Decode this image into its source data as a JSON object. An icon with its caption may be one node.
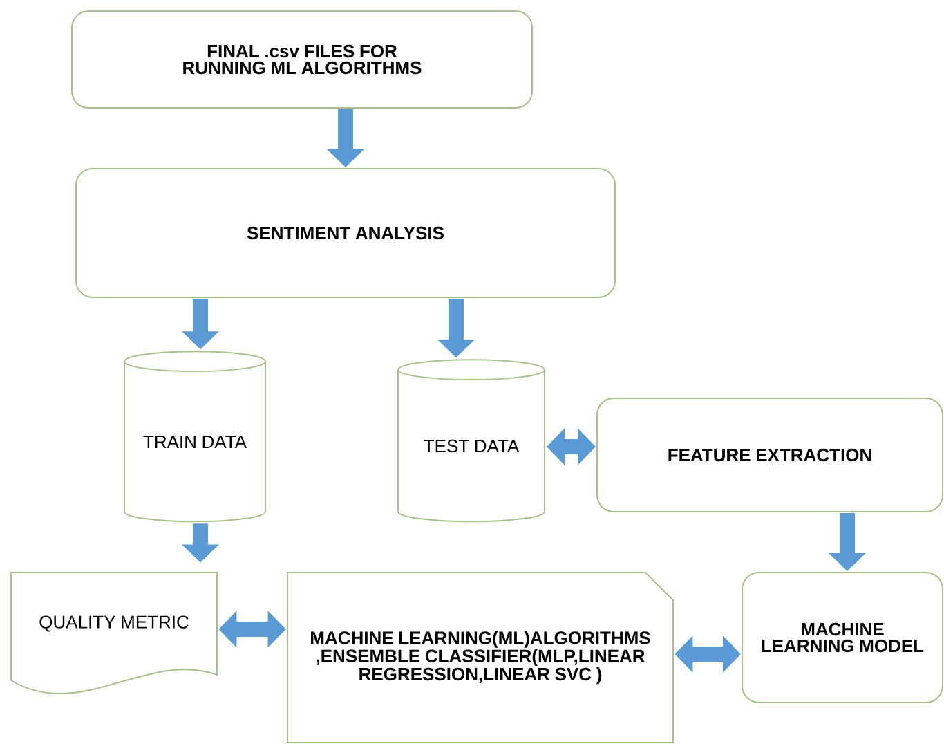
{
  "diagram": {
    "nodes": [
      {
        "text": [
          "FINAL .csv FILES FOR RUNNING ML ALGORITHMS"
        ]
      },
      {
        "text": [
          "SENTIMENT ANALYSIS"
        ]
      },
      {
        "text": [
          "TRAIN DATA"
        ]
      },
      {
        "text": [
          "TEST DATA"
        ]
      },
      {
        "text": [
          "FEATURE EXTRACTION"
        ]
      },
      {
        "text": [
          "QUALITY METRIC"
        ]
      },
      {
        "text": [
          "MACHINE LEARNING(ML)ALGORITHMS ,ENSEMBLE CLASSIFIER(MLP,LINEAR REGRESSION,LINEAR SVC )"
        ]
      },
      {
        "text": [
          "MACHINE LEARNING MODEL"
        ]
      }
    ],
    "edges": [
      {
        "from": 0,
        "to": 1,
        "arrow": "to"
      },
      {
        "from": 1,
        "to": 2,
        "arrow": "to"
      },
      {
        "from": 1,
        "to": 3,
        "arrow": "to"
      },
      {
        "from": 3,
        "to": 4,
        "arrow": "both"
      },
      {
        "from": 2,
        "to": 5,
        "arrow": "to"
      },
      {
        "from": 5,
        "to": 6,
        "arrow": "both"
      },
      {
        "from": 6,
        "to": 7,
        "arrow": "both"
      },
      {
        "from": 4,
        "to": 7,
        "arrow": "to"
      }
    ]
  }
}
